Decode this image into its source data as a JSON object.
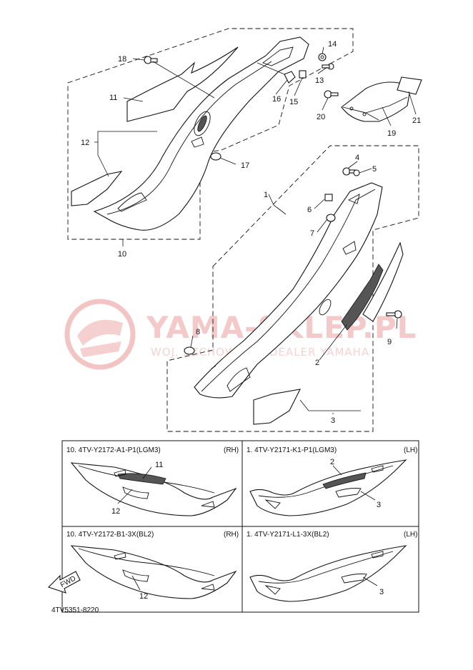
{
  "watermark": {
    "brand": "YAMA-SKLEP.PL",
    "tagline": "WOJ. SZCHOWICZ - DEALER YAMAHA"
  },
  "callouts": {
    "c1": "1",
    "c2": "2",
    "c3": "3",
    "c4": "4",
    "c5": "5",
    "c6": "6",
    "c7": "7",
    "c8": "8",
    "c9": "9",
    "c10": "10",
    "c11": "11",
    "c12": "12",
    "c13": "13",
    "c14": "14",
    "c15": "15",
    "c16": "16",
    "c17": "17",
    "c18": "18",
    "c19": "19",
    "c20": "20",
    "c21": "21"
  },
  "variants": {
    "rh_top": {
      "title": "10. 4TV-Y2172-A1-P1(LGM3)",
      "side": "(RH)",
      "labels": [
        "11",
        "12"
      ]
    },
    "lh_top": {
      "title": "1. 4TV-Y2171-K1-P1(LGM3)",
      "side": "(LH)",
      "labels": [
        "2",
        "3"
      ]
    },
    "rh_bottom": {
      "title": "10. 4TV-Y2172-B1-3X(BL2)",
      "side": "(RH)",
      "labels": [
        "12"
      ]
    },
    "lh_bottom": {
      "title": "1. 4TV-Y2171-L1-3X(BL2)",
      "side": "(LH)",
      "labels": [
        "3"
      ]
    }
  },
  "fwd_label": "FWD",
  "drawing_code": "4TV5351-8220"
}
